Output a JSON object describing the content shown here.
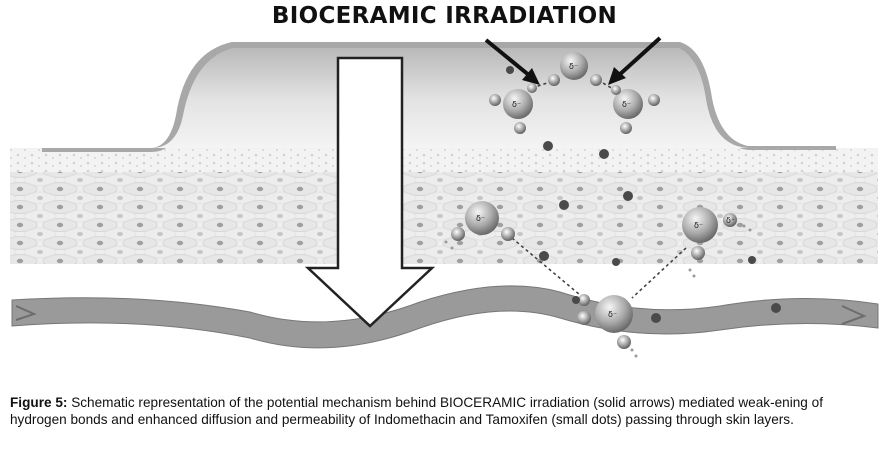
{
  "title": "BIOCERAMIC IRRADIATION",
  "caption": {
    "label": "Figure 5:",
    "text": "Schematic representation of the potential mechanism behind BIOCERAMIC irradiation (solid arrows) mediated weak-ening of hydrogen bonds and enhanced diffusion and permeability of Indomethacin and Tamoxifen (small dots) passing through skin layers."
  },
  "molecule_labels": {
    "delta_neg": "δ⁻",
    "delta_pos": "δ⁺"
  }
}
